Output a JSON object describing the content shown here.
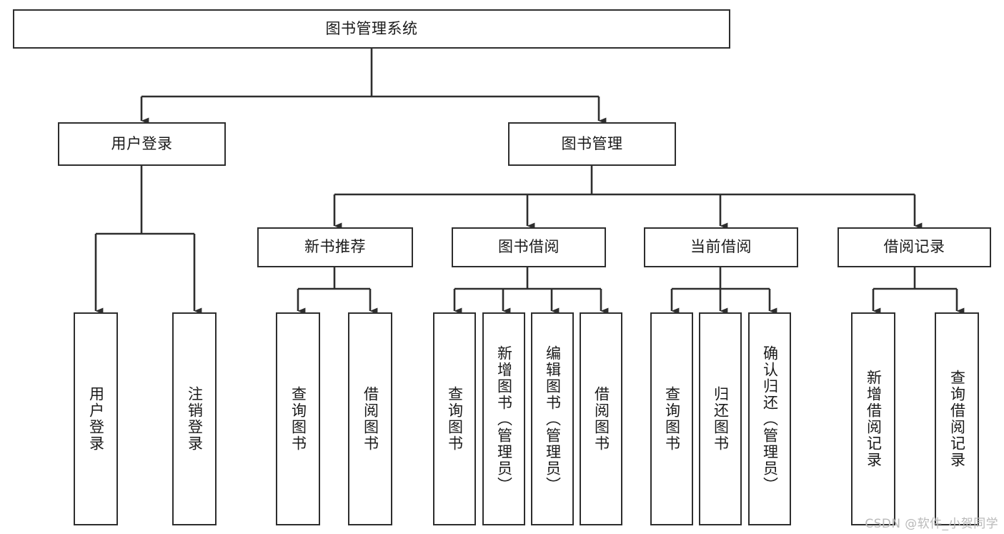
{
  "diagram": {
    "type": "tree-hierarchy",
    "title": "图书管理系统",
    "colors": {
      "box_border": "#2e2e2e",
      "box_fill": "#ffffff",
      "connector": "#2e2e2e",
      "text": "#1a1a1a",
      "watermark": "#b9b9b9",
      "background": "#ffffff"
    },
    "nodes": {
      "root": {
        "label": "图书管理系统",
        "orientation": "horizontal"
      },
      "level1": [
        {
          "label": "用户登录",
          "orientation": "horizontal"
        },
        {
          "label": "图书管理",
          "orientation": "horizontal"
        }
      ],
      "level2": [
        {
          "label": "新书推荐",
          "orientation": "horizontal"
        },
        {
          "label": "图书借阅",
          "orientation": "horizontal"
        },
        {
          "label": "当前借阅",
          "orientation": "horizontal"
        },
        {
          "label": "借阅记录",
          "orientation": "horizontal"
        }
      ],
      "leaves_user_login": [
        {
          "label": "用户登录",
          "orientation": "vertical"
        },
        {
          "label": "注销登录",
          "orientation": "vertical"
        }
      ],
      "leaves_new_book": [
        {
          "label": "查询图书",
          "orientation": "vertical"
        },
        {
          "label": "借阅图书",
          "orientation": "vertical"
        }
      ],
      "leaves_borrow": [
        {
          "label": "查询图书",
          "orientation": "vertical"
        },
        {
          "label": "新增图书（管理员）",
          "orientation": "vertical"
        },
        {
          "label": "编辑图书（管理员）",
          "orientation": "vertical"
        },
        {
          "label": "借阅图书",
          "orientation": "vertical"
        }
      ],
      "leaves_current": [
        {
          "label": "查询图书",
          "orientation": "vertical"
        },
        {
          "label": "归还图书",
          "orientation": "vertical"
        },
        {
          "label": "确认归还（管理员）",
          "orientation": "vertical"
        }
      ],
      "leaves_records": [
        {
          "label": "新增借阅记录",
          "orientation": "vertical"
        },
        {
          "label": "查询借阅记录",
          "orientation": "vertical"
        }
      ]
    },
    "watermark": "CSDN @软件_小贺同学"
  }
}
